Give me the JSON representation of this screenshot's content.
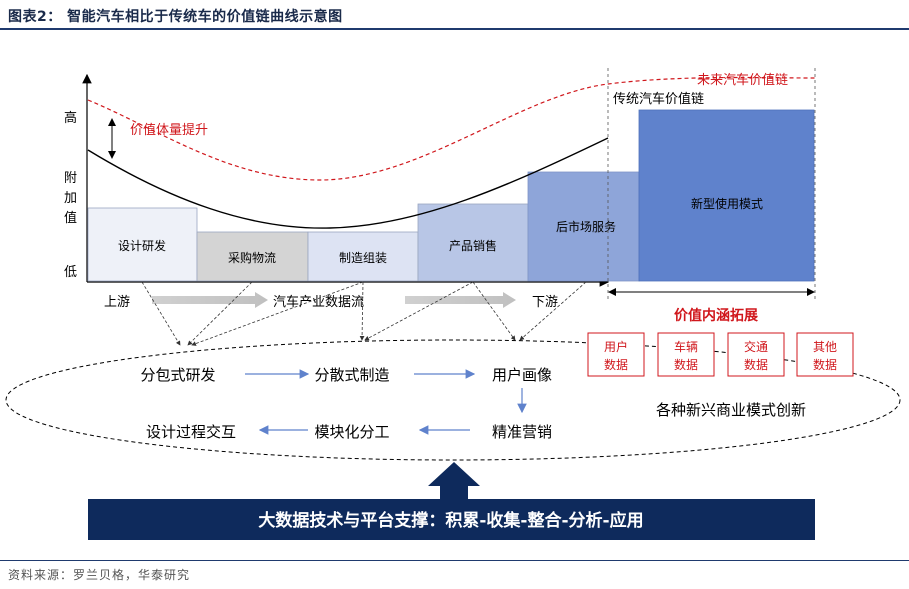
{
  "title": "图表2：  智能汽车相比于传统车的价值链曲线示意图",
  "source": "资料来源：罗兰贝格，华泰研究",
  "axis": {
    "high": "高",
    "added_value": [
      "附",
      "加",
      "值"
    ],
    "low": "低"
  },
  "curves": {
    "future": "未来汽车价值链",
    "traditional": "传统汽车价值链",
    "value_lift": "价值体量提升"
  },
  "stages": [
    "设计研发",
    "采购物流",
    "制造组装",
    "产品销售",
    "后市场服务",
    "新型使用模式"
  ],
  "flow": {
    "upstream": "上游",
    "industry_data": "汽车产业数据流",
    "downstream": "下游"
  },
  "extension": {
    "title": "价值内涵拓展",
    "data_boxes": [
      [
        "用户",
        "数据"
      ],
      [
        "车辆",
        "数据"
      ],
      [
        "交通",
        "数据"
      ],
      [
        "其他",
        "数据"
      ]
    ]
  },
  "loop": {
    "top": [
      "分包式研发",
      "分散式制造",
      "用户画像"
    ],
    "bottom": [
      "设计过程交互",
      "模块化分工",
      "精准营销"
    ],
    "business": "各种新兴商业模式创新"
  },
  "banner": "大数据技术与平台支撑：积累-收集-整合-分析-应用",
  "colors": {
    "navy": "#0e2a5c",
    "red": "#d0171c",
    "box_light": "#eef1f8",
    "box_gray": "#d4d4d4",
    "box_blue1": "#dde3f3",
    "box_blue2": "#b8c6e6",
    "box_blue3": "#8ea5d9",
    "box_blue4": "#5f82cc"
  }
}
